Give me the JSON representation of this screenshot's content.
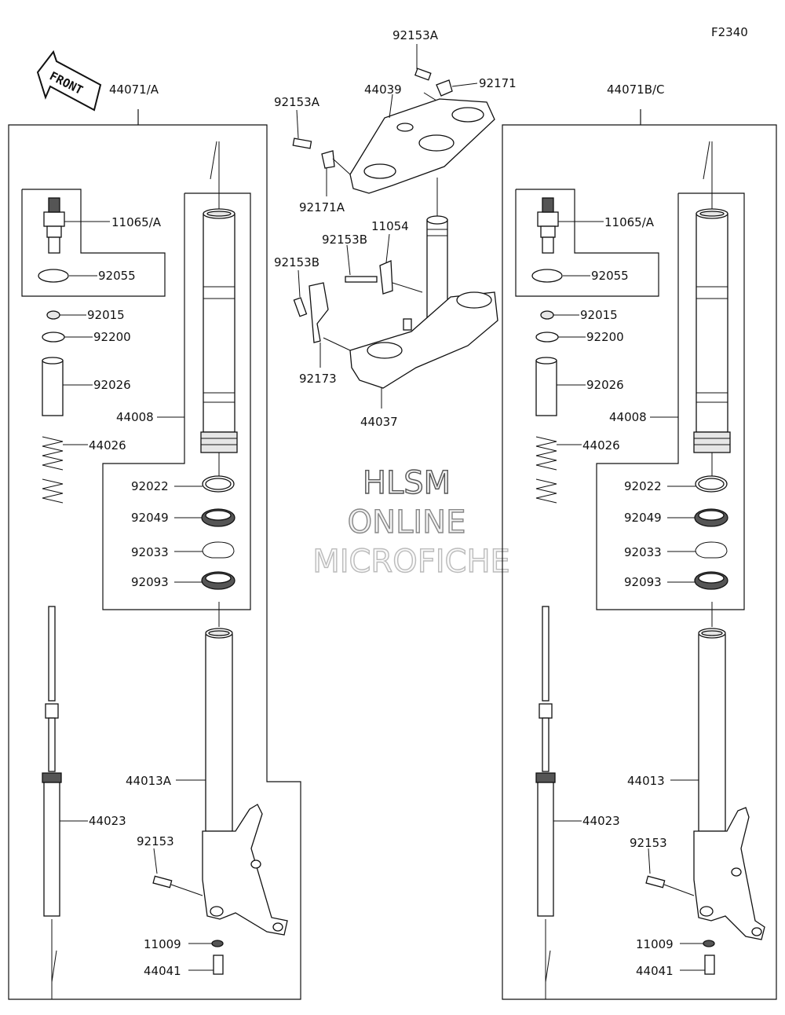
{
  "diagram_code": "F2340",
  "front_label": "FRONT",
  "watermark": {
    "line1": "HLSM",
    "line2": "ONLINE",
    "line3": "MICROFICHE"
  },
  "labels": {
    "p92153A_top": "92153A",
    "p92171": "92171",
    "p44039": "44039",
    "p92153A_left": "92153A",
    "p92171A": "92171A",
    "p11054": "11054",
    "p92153B_a": "92153B",
    "p92153B_b": "92153B",
    "p92173": "92173",
    "p44037": "44037",
    "L_44071A": "44071/A",
    "L_11065A": "11065/A",
    "L_92055": "92055",
    "L_92015": "92015",
    "L_92200": "92200",
    "L_92026": "92026",
    "L_44008": "44008",
    "L_44026": "44026",
    "L_92022": "92022",
    "L_92049": "92049",
    "L_92033": "92033",
    "L_92093": "92093",
    "L_44013A": "44013A",
    "L_44023": "44023",
    "L_92153": "92153",
    "L_11009": "11009",
    "L_44041": "44041",
    "R_44071BC": "44071B/C",
    "R_11065A": "11065/A",
    "R_92055": "92055",
    "R_92015": "92015",
    "R_92200": "92200",
    "R_92026": "92026",
    "R_44008": "44008",
    "R_44026": "44026",
    "R_92022": "92022",
    "R_92049": "92049",
    "R_92033": "92033",
    "R_92093": "92093",
    "R_44013": "44013",
    "R_44023": "44023",
    "R_92153": "92153",
    "R_11009": "11009",
    "R_44041": "44041"
  }
}
